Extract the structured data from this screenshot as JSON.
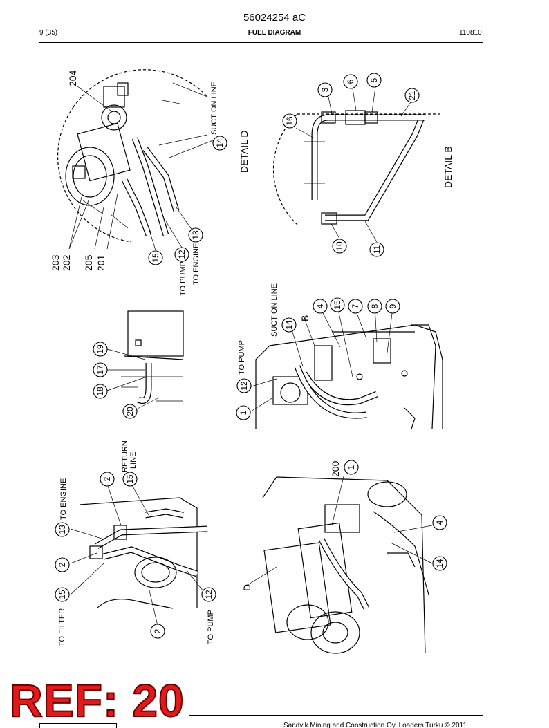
{
  "header": {
    "doc_code": "56024254 aC",
    "page": "9 (35)",
    "title": "FUEL DIAGRAM",
    "date": "110810"
  },
  "labels": {
    "detail_d": "DETAIL D",
    "detail_b": "DETAIL B",
    "suction_line": "SUCTION LINE",
    "to_pump": "TO PUMP",
    "to_engine": "TO ENGINE",
    "to_filter": "TO FILTER",
    "return_line_1": "RETURN",
    "return_line_2": "LINE",
    "letter_b": "B",
    "letter_d": "D",
    "n204": "204",
    "n203": "203",
    "n202": "202",
    "n205": "205",
    "n201": "201",
    "n200": "200"
  },
  "callouts": {
    "c1": "1",
    "c2": "2",
    "c3": "3",
    "c4": "4",
    "c5": "5",
    "c6": "6",
    "c7": "7",
    "c8": "8",
    "c9": "9",
    "c10": "10",
    "c11": "11",
    "c12": "12",
    "c13": "13",
    "c14": "14",
    "c15": "15",
    "c16": "16",
    "c17": "17",
    "c18": "18",
    "c19": "19",
    "c20": "20",
    "c21": "21"
  },
  "stamp": {
    "text": "REF: 20"
  },
  "footer": {
    "text": "Sandvik Mining and Construction Oy, Loaders Turku © 2011"
  }
}
